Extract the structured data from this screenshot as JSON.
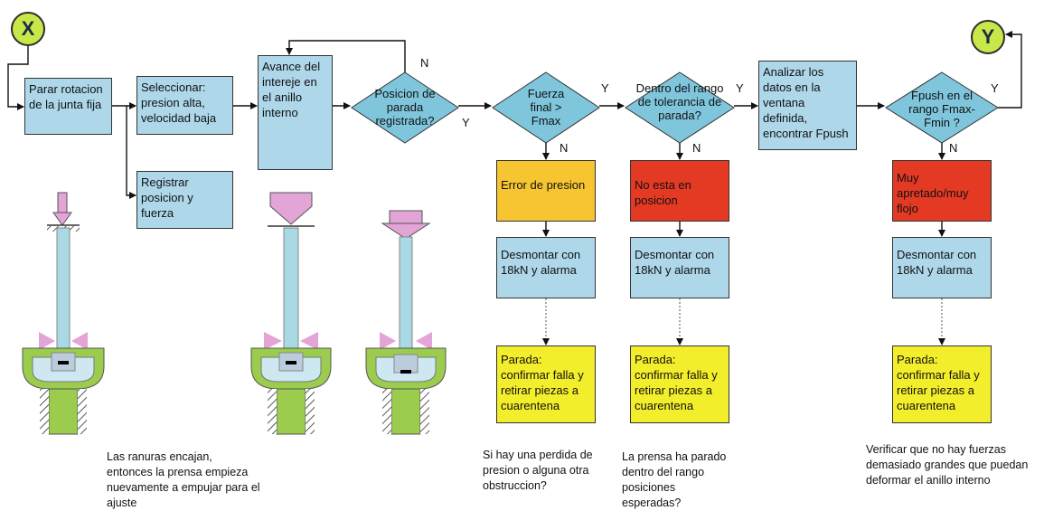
{
  "connectors": {
    "start": "X",
    "end": "Y"
  },
  "process": {
    "parar": "Parar rotacion de la junta fija",
    "seleccionar": "Seleccionar: presion alta, velocidad baja",
    "registrar": "Registrar posicion y fuerza",
    "avance": "Avance del intereje en el anillo interno",
    "analizar": "Analizar los datos en la ventana definida, encontrar Fpush"
  },
  "decisions": {
    "posicion": "Posicion de parada registrada?",
    "fuerza": "Fuerza final > Fmax",
    "dentro": "Dentro del rango de tolerancia de parada?",
    "fpush": "Fpush en el rango Fmax-Fmin ?"
  },
  "branch_labels": {
    "yes": "Y",
    "no": "N"
  },
  "errors": {
    "presion": "Error de presion",
    "posicion": "No esta en posicion",
    "apretado": "Muy apretado/muy flojo"
  },
  "desmontar": "Desmontar con 18kN y alarma",
  "parada": "Parada: confirmar falla y retirar piezas a cuarentena",
  "notes": {
    "ranuras": "Las ranuras encajan, entonces la prensa empieza nuevamente a empujar para el ajuste",
    "perdida": "Si hay una perdida de presion o alguna otra obstruccion?",
    "prensa": "La prensa ha parado dentro del rango posiciones esperadas?",
    "verificar": "Verificar que no hay fuerzas demasiado grandes que puedan deformar el anillo interno"
  },
  "colors": {
    "process": "#aed8ea",
    "decision": "#7fc6dd",
    "stop": "#f3ee2b",
    "error_orange": "#f6c531",
    "error_red": "#e43a24",
    "connector": "#c8e84a",
    "press": "#e3a4d6",
    "housing": "#9ccc4e"
  }
}
